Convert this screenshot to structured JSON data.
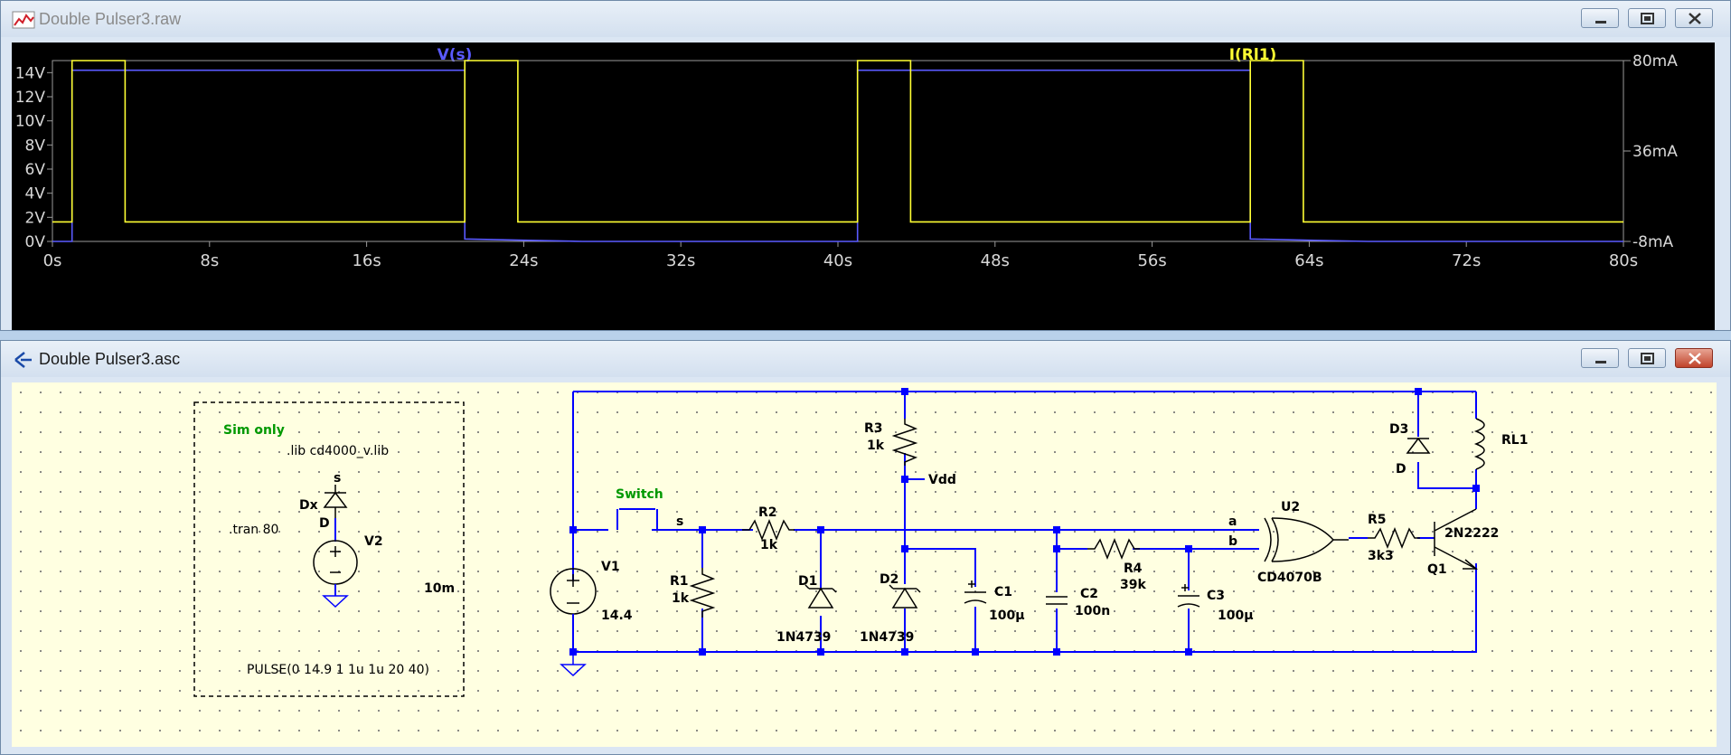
{
  "windows": {
    "plot": {
      "title": "Double Pulser3.raw"
    },
    "schematic": {
      "title": "Double Pulser3.asc"
    }
  },
  "plot": {
    "traces": [
      {
        "name": "V(s)",
        "color": "#5a5aff"
      },
      {
        "name": "I(Rl1)",
        "color": "#ffff33"
      }
    ],
    "left_axis_ticks": [
      "14V",
      "12V",
      "10V",
      "8V",
      "6V",
      "4V",
      "2V",
      "0V"
    ],
    "right_axis_ticks": [
      "80mA",
      "36mA",
      "-8mA"
    ],
    "x_axis_ticks": [
      "0s",
      "8s",
      "16s",
      "24s",
      "32s",
      "40s",
      "48s",
      "56s",
      "64s",
      "72s",
      "80s"
    ]
  },
  "chart_data": {
    "type": "line",
    "xlabel": "",
    "xlim": [
      0,
      80
    ],
    "ylim_left": [
      0,
      15
    ],
    "ylim_right": [
      -8,
      80
    ],
    "series": [
      {
        "name": "V(s)",
        "axis": "left",
        "x": [
          0,
          1,
          1,
          21,
          21,
          24,
          27,
          40,
          41,
          41,
          61,
          61,
          64,
          67,
          80
        ],
        "y": [
          0,
          0,
          14.2,
          14.2,
          0.2,
          0.1,
          0,
          0,
          0,
          14.2,
          14.2,
          0.2,
          0.1,
          0,
          0
        ]
      },
      {
        "name": "I(Rl1)",
        "axis": "right",
        "x": [
          0,
          1,
          1,
          3.7,
          3.7,
          21,
          21,
          23.7,
          23.7,
          41,
          41,
          43.7,
          43.7,
          61,
          61,
          63.7,
          63.7,
          80
        ],
        "y": [
          1.5,
          1.5,
          80,
          80,
          1.5,
          1.5,
          80,
          80,
          1.5,
          1.5,
          80,
          80,
          1.5,
          1.5,
          80,
          80,
          1.5,
          1.5
        ]
      }
    ]
  },
  "schematic": {
    "sim_box": {
      "heading": "Sim only",
      "lib": ".lib cd4000_v.lib",
      "tran": ".tran 80",
      "dx_ref": "Dx",
      "dx_model": "D",
      "dx_node": "s",
      "v2_ref": "V2",
      "v2_value": "10m",
      "pulse": "PULSE(0 14.9 1 1u 1u 20 40)"
    },
    "switch_label": "Switch",
    "net_s": "s",
    "net_vdd": "Vdd",
    "net_a": "a",
    "net_b": "b",
    "v1": {
      "ref": "V1",
      "value": "14.4"
    },
    "r1": {
      "ref": "R1",
      "value": "1k"
    },
    "r2": {
      "ref": "R2",
      "value": "1k"
    },
    "r3": {
      "ref": "R3",
      "value": "1k"
    },
    "r4": {
      "ref": "R4",
      "value": "39k"
    },
    "r5": {
      "ref": "R5",
      "value": "3k3"
    },
    "d1": {
      "ref": "D1",
      "value": "1N4739"
    },
    "d2": {
      "ref": "D2",
      "value": "1N4739"
    },
    "d3": {
      "ref": "D3",
      "value": "D"
    },
    "c1": {
      "ref": "C1",
      "value": "100µ"
    },
    "c2": {
      "ref": "C2",
      "value": "100n"
    },
    "c3": {
      "ref": "C3",
      "value": "100µ"
    },
    "u2": {
      "ref": "U2",
      "value": "CD4070B"
    },
    "q1": {
      "ref": "Q1",
      "value": "2N2222"
    },
    "rl1": {
      "ref": "RL1"
    }
  },
  "colors": {
    "wire": "#0000ff",
    "component": "#000000",
    "comment": "#009900",
    "plot_bg": "#000000",
    "schematic_bg": "#ffffe1"
  }
}
